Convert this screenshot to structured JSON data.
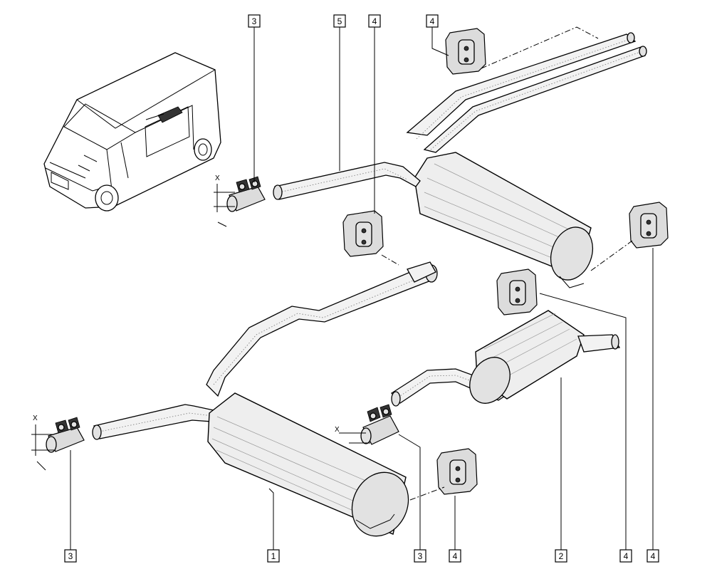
{
  "callouts": [
    {
      "id": "c3-top",
      "label": "3"
    },
    {
      "id": "c5-top",
      "label": "5"
    },
    {
      "id": "c4-top-a",
      "label": "4"
    },
    {
      "id": "c4-top-b",
      "label": "4"
    },
    {
      "id": "c3-bottom-left",
      "label": "3"
    },
    {
      "id": "c1-bottom",
      "label": "1"
    },
    {
      "id": "c3-bottom-mid",
      "label": "3"
    },
    {
      "id": "c4-bottom-a",
      "label": "4"
    },
    {
      "id": "c2-bottom",
      "label": "2"
    },
    {
      "id": "c4-bottom-b",
      "label": "4"
    },
    {
      "id": "c4-bottom-c",
      "label": "4"
    }
  ],
  "dimension_labels": {
    "clamp_top": "X",
    "clamp_left": "X",
    "clamp_mid": "X"
  }
}
